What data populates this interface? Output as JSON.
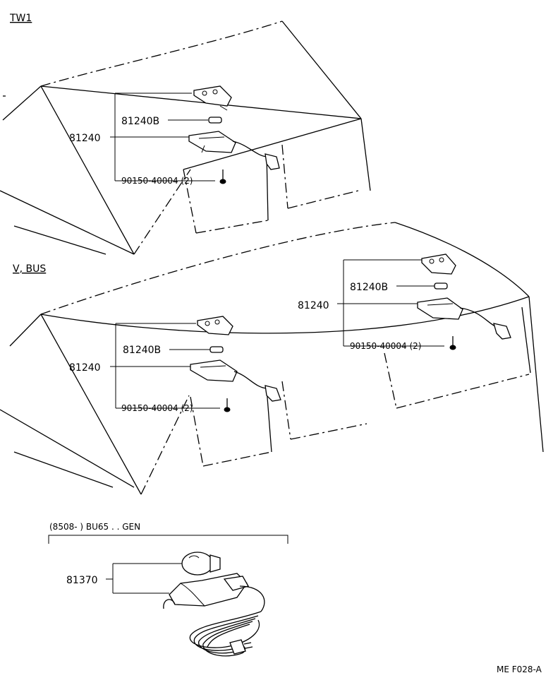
{
  "sections": {
    "tw1": {
      "title": "TW1",
      "labels": {
        "bulb": "81240B",
        "lamp": "81240",
        "screw": "90150-40004 (2)"
      }
    },
    "vbus": {
      "title": "V, BUS",
      "front_labels": {
        "bulb": "81240B",
        "lamp": "81240",
        "screw": "90150-40004 (2)"
      },
      "rear_labels": {
        "bulb": "81240B",
        "lamp": "81240",
        "screw": "90150-40004 (2)"
      }
    },
    "inspection": {
      "header": "(8508-          ) BU65 . . GEN",
      "part_label": "81370"
    }
  },
  "footer_code": "ME F028-A"
}
